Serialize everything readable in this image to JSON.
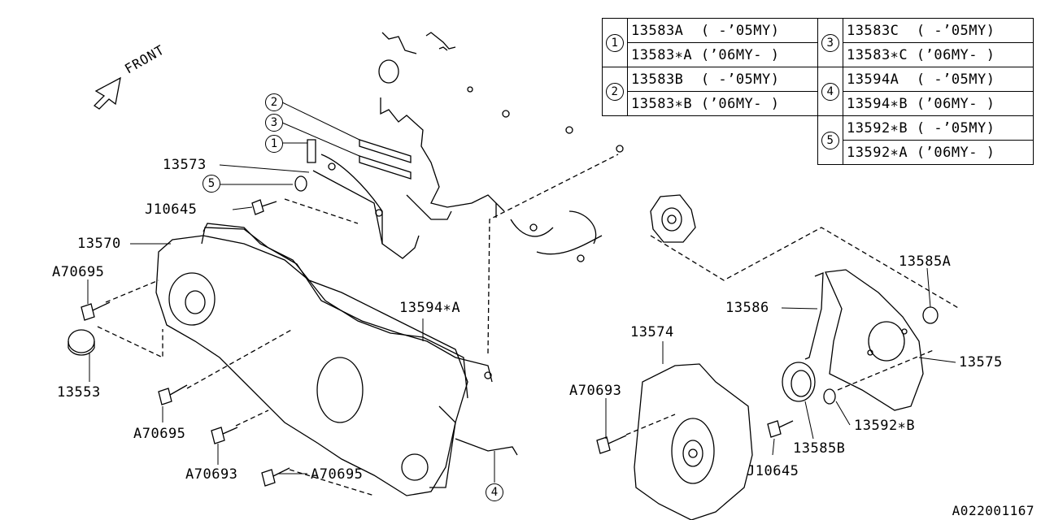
{
  "diagram": {
    "front_label": "FRONT",
    "drawing_code": "A022001167",
    "table": {
      "left": [
        {
          "key": "1",
          "rows": [
            "13583A  ( -’05MY)",
            "13583∗A (’06MY- )"
          ]
        },
        {
          "key": "2",
          "rows": [
            "13583B  ( -’05MY)",
            "13583∗B (’06MY- )"
          ]
        }
      ],
      "right": [
        {
          "key": "3",
          "rows": [
            "13583C  ( -’05MY)",
            "13583∗C (’06MY- )"
          ]
        },
        {
          "key": "4",
          "rows": [
            "13594A  ( -’05MY)",
            "13594∗B (’06MY- )"
          ]
        },
        {
          "key": "5",
          "rows": [
            "13592∗B ( -’05MY)",
            "13592∗A (’06MY- )"
          ]
        }
      ]
    },
    "callouts": {
      "c2": "2",
      "c3": "3",
      "c1": "1",
      "c5": "5",
      "c4": "4"
    },
    "part_labels": {
      "p13573": "13573",
      "pJ10645a": "J10645",
      "p13570": "13570",
      "pA70695a": "A70695",
      "p13553": "13553",
      "pA70695b": "A70695",
      "pA70693a": "A70693",
      "pA70695c": "A70695",
      "p13594A": "13594∗A",
      "p13585A": "13585A",
      "p13586": "13586",
      "p13574": "13574",
      "p13575": "13575",
      "pA70693b": "A70693",
      "p13592B": "13592∗B",
      "p13585B": "13585B",
      "pJ10645b": "J10645"
    }
  }
}
